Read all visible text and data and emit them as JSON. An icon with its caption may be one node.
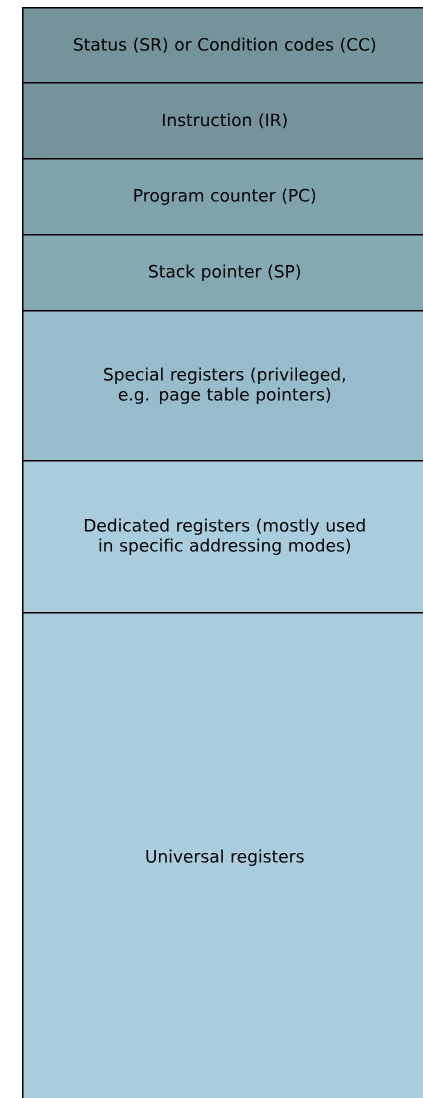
{
  "diagram": {
    "nodes": [
      {
        "text": [
          "Status (SR) or Condition codes (CC)"
        ]
      },
      {
        "text": [
          "Instruction (IR)"
        ]
      },
      {
        "text": [
          "Program counter (PC)"
        ]
      },
      {
        "text": [
          "Stack pointer (SP)"
        ]
      },
      {
        "text": [
          "Special registers (privileged, e.g. page table pointers)"
        ]
      },
      {
        "text": [
          "Dedicated registers (mostly used in specific addressing modes)"
        ]
      },
      {
        "text": [
          "Universal registers"
        ]
      }
    ]
  }
}
